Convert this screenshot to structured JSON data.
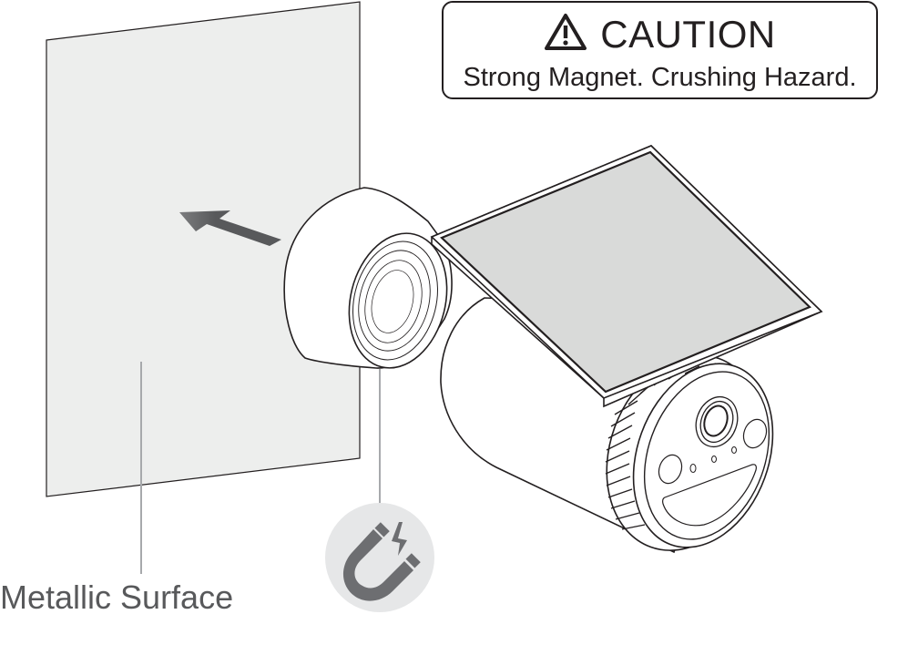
{
  "caution": {
    "icon": "warning-triangle-icon",
    "title": "CAUTION",
    "message": "Strong Magnet. Crushing Hazard."
  },
  "labels": {
    "metallic_surface": "Metallic Surface"
  },
  "illustration": {
    "wall_color": "#edeeed",
    "panel_color": "#d9dad9",
    "arrow_color": "#58595b",
    "magnet_badge_bg": "#e6e7e8",
    "magnet_icon": "magnet-icon",
    "line_color": "#231f20",
    "leader_color": "#a7a9ac"
  }
}
